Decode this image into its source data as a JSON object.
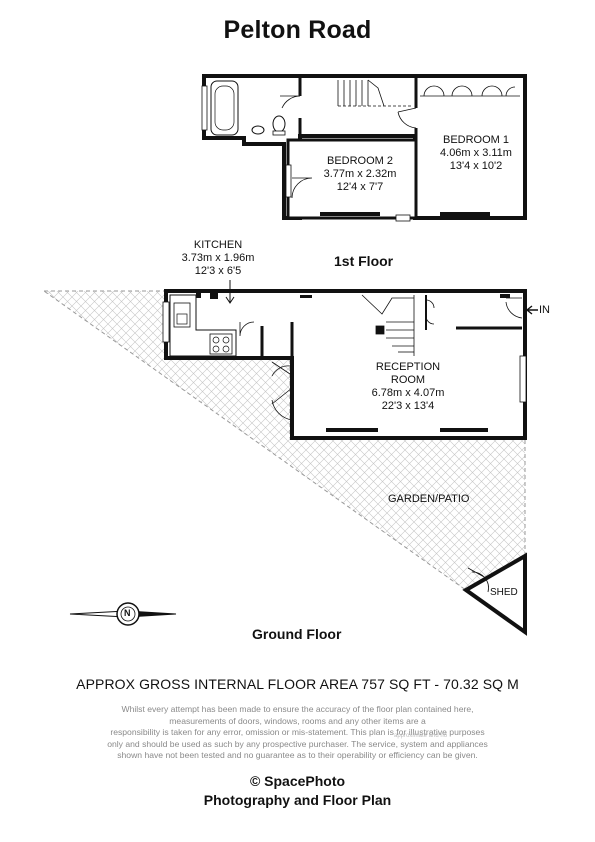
{
  "title": "Pelton Road",
  "floors": {
    "first": "1st Floor",
    "ground": "Ground Floor"
  },
  "rooms": {
    "bedroom1": {
      "name": "BEDROOM 1",
      "metric": "4.06m x 3.11m",
      "imperial": "13'4 x 10'2"
    },
    "bedroom2": {
      "name": "BEDROOM 2",
      "metric": "3.77m x 2.32m",
      "imperial": "12'4 x 7'7"
    },
    "kitchen": {
      "name": "KITCHEN",
      "metric": "3.73m x 1.96m",
      "imperial": "12'3 x 6'5"
    },
    "reception": {
      "name_line1": "RECEPTION",
      "name_line2": "ROOM",
      "metric": "6.78m x 4.07m",
      "imperial": "22'3 x 13'4"
    },
    "garden": {
      "name": "GARDEN/PATIO"
    },
    "shed": {
      "name": "SHED"
    }
  },
  "entrance_label": "IN",
  "compass_label": "N",
  "area_text": "APPROX GROSS INTERNAL FLOOR AREA  757 SQ FT -  70.32 SQ M",
  "disclaimer_lines": [
    "Whilst every attempt has been made to ensure the accuracy of the floor plan contained here,",
    "measurements of doors, windows, rooms and any other items are a",
    "responsibility is taken for any error, omission or mis-statement. This plan is for illustrative purposes",
    "only and should be used as such by any prospective purchaser. The service, system and appliances",
    "shown have not been tested and no guarantee as to their operability or efficiency can be given."
  ],
  "watermark": "approximate and no",
  "brand": {
    "line1": "© SpacePhoto",
    "line2": "Photography and Floor Plan"
  },
  "colors": {
    "wall": "#111111",
    "hatch": "#bcbcbc",
    "disclaimer": "#8a8a8a"
  }
}
